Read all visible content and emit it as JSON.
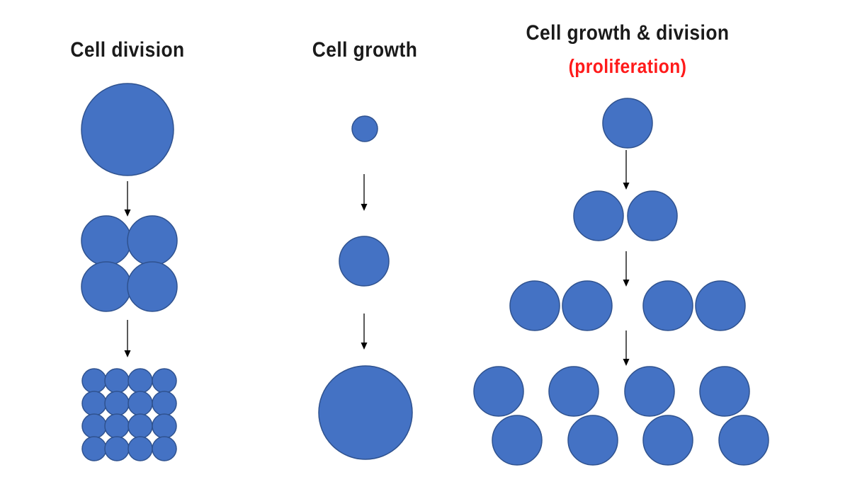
{
  "titles": {
    "cell_division": "Cell division",
    "cell_growth": "Cell growth",
    "growth_and_division": "Cell growth & division",
    "proliferation": "(proliferation)"
  },
  "colors": {
    "cell_fill": "#4472C4",
    "cell_stroke": "#2F528F",
    "title": "#1a1a1a",
    "highlight": "#FF1A1A",
    "arrow": "#000000"
  }
}
